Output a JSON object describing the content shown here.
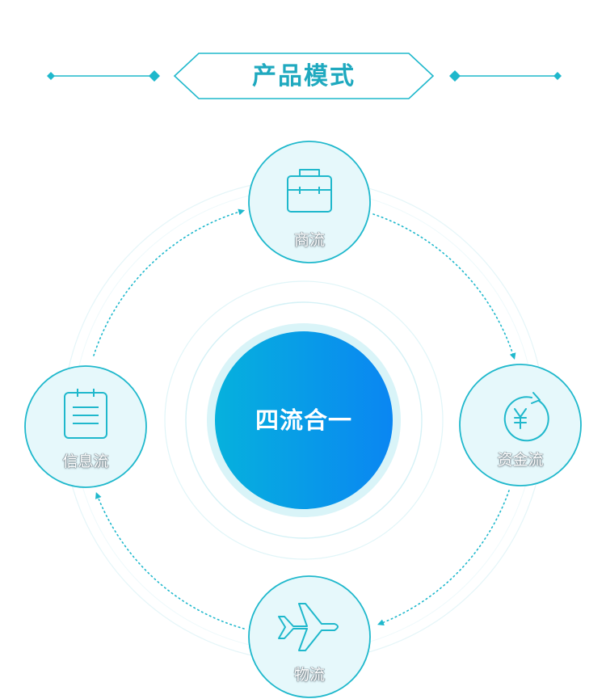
{
  "header": {
    "title": "产品模式"
  },
  "center": {
    "label": "四流合一"
  },
  "nodes": {
    "commerce": {
      "label": "商流",
      "icon": "briefcase-icon"
    },
    "capital": {
      "label": "资金流",
      "icon": "yen-cycle-icon"
    },
    "logistics": {
      "label": "物流",
      "icon": "airplane-icon"
    },
    "information": {
      "label": "信息流",
      "icon": "clipboard-icon"
    }
  },
  "colors": {
    "accent": "#1fb8cc",
    "title": "#1fa9bf",
    "node_fill": "#e6f8fb",
    "center_gradient_start": "#06b1dd",
    "center_gradient_end": "#0a86f2",
    "ring": "#d2f1f6"
  }
}
